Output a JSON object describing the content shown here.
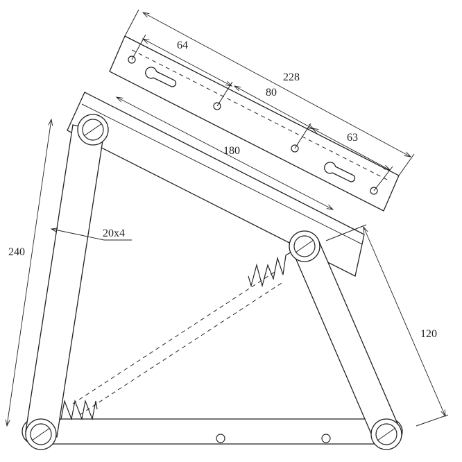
{
  "dimensions": {
    "mount_hole_spacing_a": "64",
    "mount_overall_length": "228",
    "mount_hole_spacing_b": "80",
    "mount_hole_spacing_c": "63",
    "top_plate_length": "180",
    "long_arm_length": "240",
    "arm_section": "20x4",
    "short_arm_length": "120"
  },
  "colors": {
    "line": "#222222",
    "background": "#ffffff"
  }
}
